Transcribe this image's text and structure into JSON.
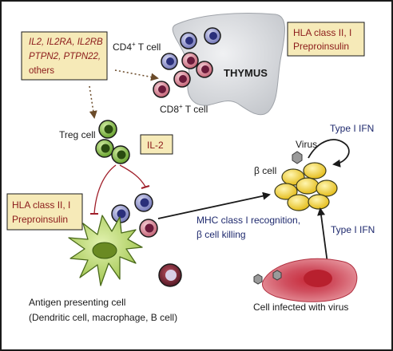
{
  "boxes": {
    "genes": {
      "lines": [
        "IL2, IL2RA, IL2RB",
        "PTPN2, PTPN22,",
        "others"
      ]
    },
    "hla_top": {
      "lines": [
        "HLA class II, I",
        "Preproinsulin"
      ]
    },
    "il2": {
      "label": "IL-2"
    },
    "hla_left": {
      "lines": [
        "HLA class II, I",
        "Preproinsulin"
      ]
    }
  },
  "labels": {
    "cd4_prefix": "CD4",
    "cd4_sup": "+",
    "cd4_suffix": " T cell",
    "cd8_prefix": "CD8",
    "cd8_sup": "+",
    "cd8_suffix": " T cell",
    "thymus": "THYMUS",
    "treg": "Treg cell",
    "virus": "Virus",
    "beta_cell": "β cell",
    "type1_ifn_top": "Type I IFN",
    "type1_ifn_right": "Type I IFN",
    "mhc_line1": "MHC class I recognition,",
    "mhc_line2": "β cell killing",
    "apc_line1": "Antigen presenting cell",
    "apc_line2": "(Dendritic cell, macrophage, B cell)",
    "infected": "Cell infected with virus"
  },
  "colors": {
    "box_fill": "#f6eab8",
    "box_text": "#8b1a1a",
    "thymus": "#d7d9dd",
    "cd4_blue": "#8b8fc8",
    "cd8_red": "#d47a8a",
    "treg_green": "#7cb83a",
    "beta_yellow": "#f0d430",
    "apc_green": "#b8d86a",
    "infected_red": "#c0404a",
    "arrow": "#1a1a1a",
    "dotted": "#6b4b2a",
    "inhibit": "#a01f2a",
    "ifn_text": "#1f2a6e"
  }
}
